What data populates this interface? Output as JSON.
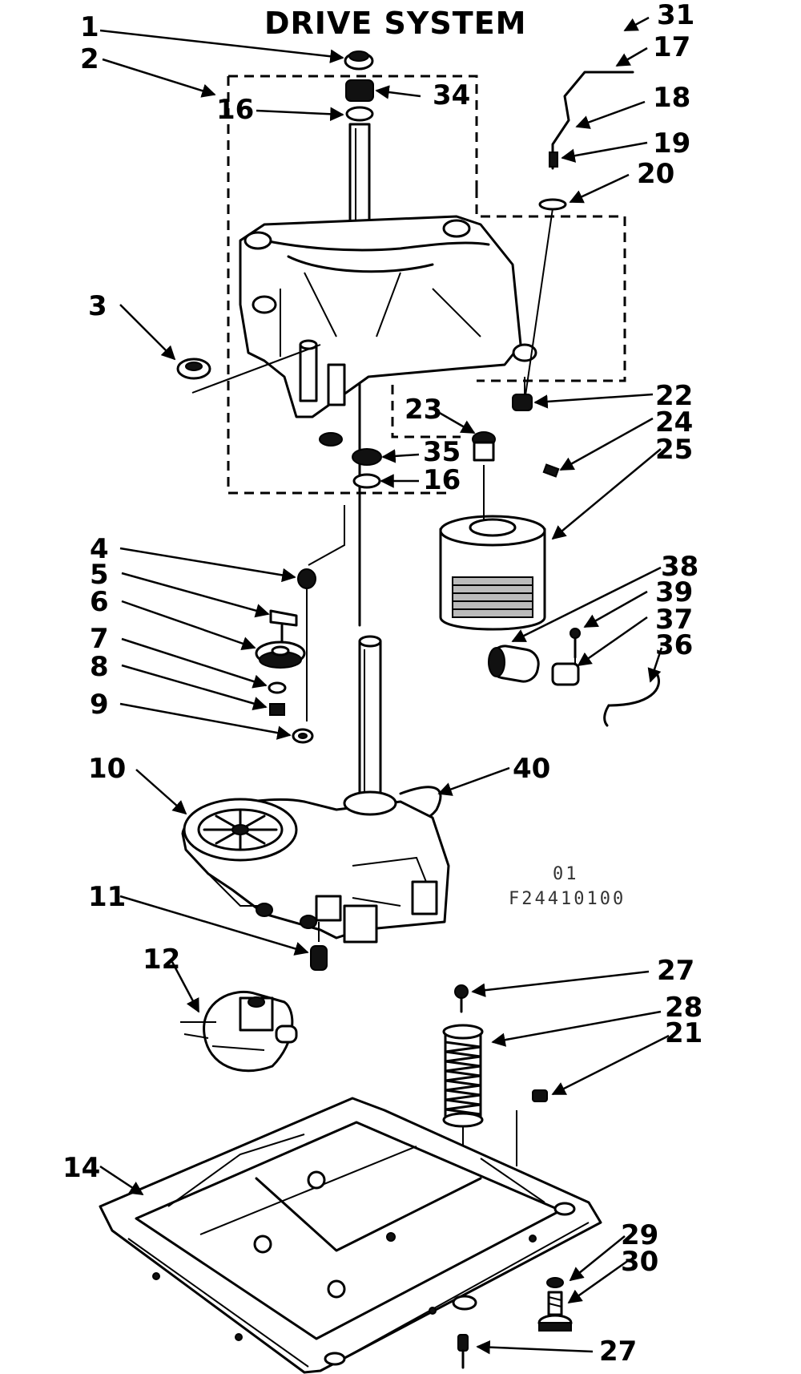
{
  "title": "DRIVE SYSTEM",
  "corner_mark": "",
  "figure_code_top": "01",
  "figure_code_bottom": "F24410100",
  "callouts": {
    "n1": "1",
    "n2": "2",
    "n3": "3",
    "n4": "4",
    "n5": "5",
    "n6": "6",
    "n7": "7",
    "n8": "8",
    "n9": "9",
    "n10": "10",
    "n11": "11",
    "n12": "12",
    "n14": "14",
    "n16a": "16",
    "n16b": "16",
    "n17": "17",
    "n18": "18",
    "n19": "19",
    "n20": "20",
    "n21": "21",
    "n22": "22",
    "n23": "23",
    "n24": "24",
    "n25": "25",
    "n27a": "27",
    "n27b": "27",
    "n28": "28",
    "n29": "29",
    "n30": "30",
    "n31": "31",
    "n34": "34",
    "n35": "35",
    "n36": "36",
    "n37": "37",
    "n38": "38",
    "n39": "39",
    "n40": "40"
  }
}
